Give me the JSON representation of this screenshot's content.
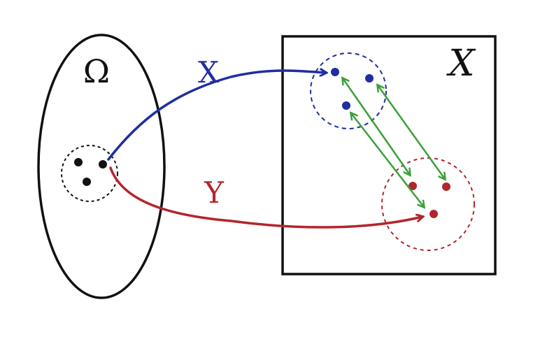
{
  "labels": {
    "omega": "Ω",
    "space": "X",
    "map_x": "X",
    "map_y": "Y"
  },
  "colors": {
    "ink": "#111111",
    "blue": "#1f2fa0",
    "red": "#b3262d",
    "green": "#3aa03a"
  }
}
